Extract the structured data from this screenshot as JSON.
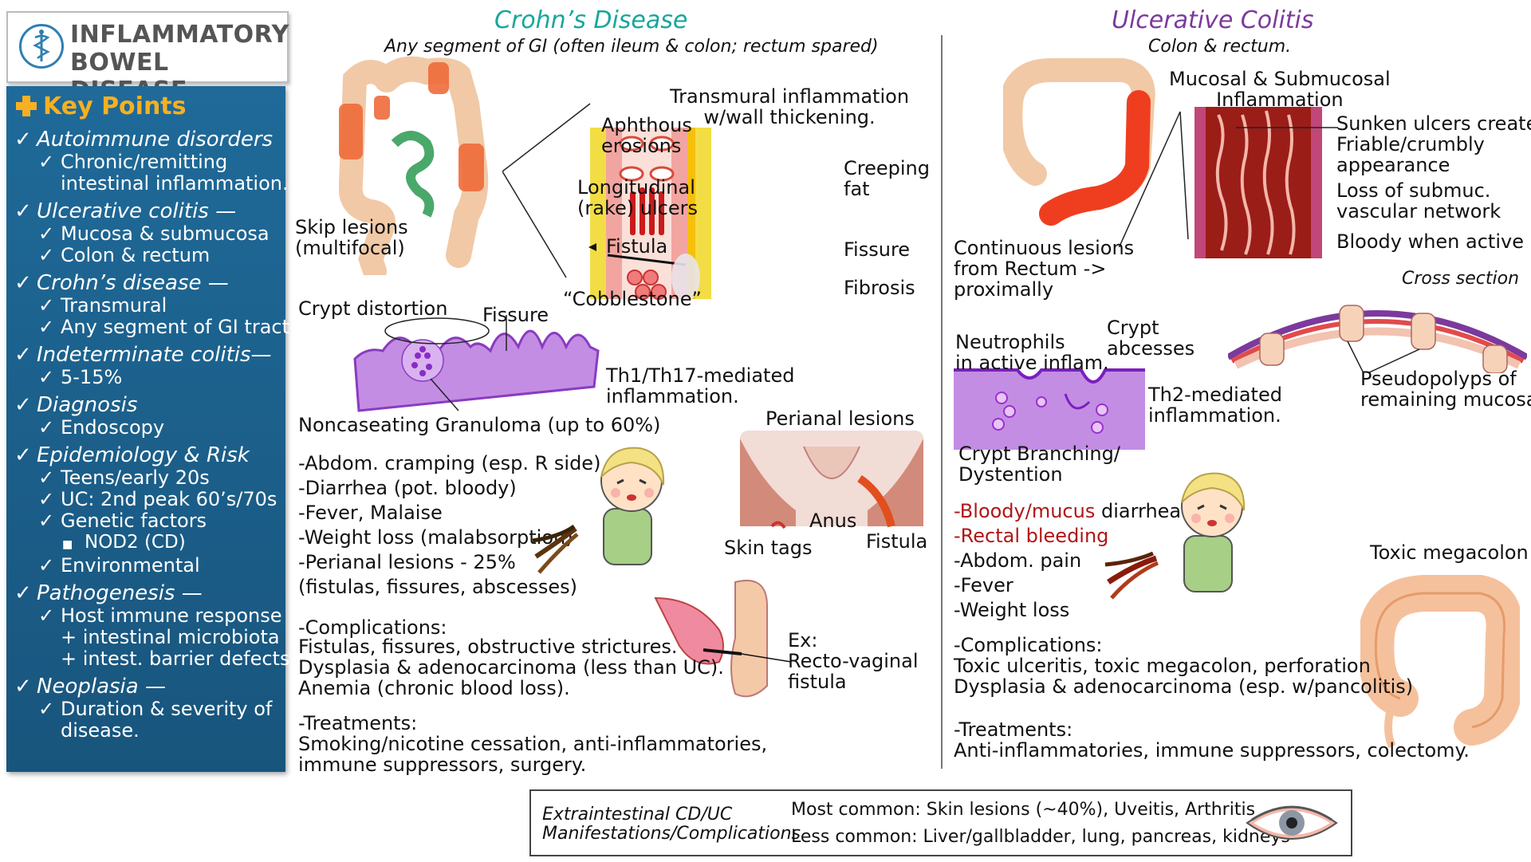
{
  "title": {
    "line1": "INFLAMMATORY",
    "line2": "BOWEL DISEASE"
  },
  "sidebar": {
    "heading": "Key Points",
    "check": "✓",
    "bullet": "■",
    "items": [
      {
        "title": "Autoimmune disorders",
        "subs": [
          "Chronic/remitting",
          "intestinal inflammation."
        ]
      },
      {
        "title": "Ulcerative colitis —",
        "subs": [
          "Mucosa & submucosa",
          "Colon & rectum"
        ]
      },
      {
        "title": "Crohn’s disease —",
        "subs": [
          "Transmural",
          "Any segment of GI tract"
        ]
      },
      {
        "title": "Indeterminate colitis—",
        "subs": [
          "5-15%"
        ]
      },
      {
        "title": "Diagnosis",
        "subs": [
          "Endoscopy"
        ]
      },
      {
        "title": "Epidemiology & Risk",
        "subs": [
          "Teens/early 20s",
          "UC: 2nd peak 60’s/70s",
          "Genetic factors"
        ],
        "subsub": "NOD2 (CD)",
        "subs2": [
          "Environmental"
        ]
      },
      {
        "title": "Pathogenesis —",
        "subs": [
          "Host immune response",
          "+ intestinal microbiota",
          "+ intest. barrier defects"
        ]
      },
      {
        "title": "Neoplasia —",
        "subs": [
          "Duration & severity of",
          "disease."
        ]
      }
    ]
  },
  "crohns": {
    "title": "Crohn’s Disease",
    "subtitle": "Any segment of GI (often ileum & colon; rectum spared)",
    "skip_lesions": [
      "Skip lesions",
      "(multifocal)"
    ],
    "transmural": [
      "Transmural inflammation",
      "w/wall thickening."
    ],
    "aphthous": [
      "Aphthous",
      "erosions"
    ],
    "longitudinal": [
      "Longitudinal",
      "(rake) ulcers"
    ],
    "fistula": "Fistula",
    "cobblestone": "“Cobblestone”",
    "creeping_fat": [
      "Creeping",
      "fat"
    ],
    "fissure": "Fissure",
    "fibrosis": "Fibrosis",
    "crypt_distortion": "Crypt distortion",
    "fissure2": "Fissure",
    "th1": [
      "Th1/Th17-mediated",
      "inflammation."
    ],
    "granuloma": "Noncaseating Granuloma (up to 60%)",
    "perianal_title": "Perianal lesions",
    "anus": "Anus",
    "skin_tags": "Skin tags",
    "perianal_fistula": "Fistula",
    "symptoms": [
      "-Abdom. cramping (esp. R side)",
      "-Diarrhea (pot. bloody)",
      "-Fever, Malaise",
      "-Weight loss (malabsorption)",
      "-Perianal lesions - 25%",
      "(fistulas, fissures, abscesses)"
    ],
    "complications_title": "-Complications:",
    "complications": [
      "Fistulas, fissures, obstructive strictures.",
      "Dysplasia & adenocarcinoma (less than UC).",
      "Anemia (chronic blood loss)."
    ],
    "rv_fistula": [
      "Ex:",
      "Recto-vaginal",
      "fistula"
    ],
    "treatments_title": "-Treatments:",
    "treatments": [
      "Smoking/nicotine cessation, anti-inflammatories,",
      "immune suppressors, surgery."
    ]
  },
  "uc": {
    "title": "Ulcerative Colitis",
    "subtitle": "Colon & rectum.",
    "mucosal": [
      "Mucosal & Submucosal",
      "Inflammation"
    ],
    "sunken": [
      "Sunken ulcers create",
      "Friable/crumbly",
      "appearance"
    ],
    "loss": [
      "Loss of submuc.",
      "vascular network"
    ],
    "bloody_active": "Bloody when active",
    "continuous": [
      "Continuous lesions",
      "from Rectum ->",
      "proximally"
    ],
    "cross_section": "Cross section",
    "pseudopolyps": [
      "Pseudopolyps of",
      "remaining mucosa"
    ],
    "neutrophils": [
      "Neutrophils",
      "in active inflam."
    ],
    "crypt_abscesses": [
      "Crypt",
      "abcesses"
    ],
    "th2": [
      "Th2-mediated",
      "inflammation."
    ],
    "crypt_branching": [
      "Crypt Branching/",
      "Dystention"
    ],
    "sym_bloody": "-Bloody/mucus",
    "sym_bloody_rest": " diarrhea",
    "sym_rectal": "-Rectal bleeding",
    "symptoms": [
      "-Abdom. pain",
      "-Fever",
      "-Weight loss"
    ],
    "toxic_megacolon": "Toxic megacolon",
    "complications_title": "-Complications:",
    "complications": [
      "Toxic ulceritis, toxic megacolon, perforation",
      "Dysplasia & adenocarcinoma (esp. w/pancolitis)"
    ],
    "treatments_title": "-Treatments:",
    "treatments": [
      "Anti-inflammatories, immune suppressors, colectomy."
    ]
  },
  "extraintestinal": {
    "label": [
      "Extraintestinal CD/UC",
      "Manifestations/Complications"
    ],
    "most_common": "Most common: Skin lesions (~40%), Uveitis, Arthritis",
    "less_common": "Less common: Liver/gallbladder, lung, pancreas, kidneys"
  },
  "colors": {
    "crohn_title": "#18a69d",
    "uc_title": "#7b3a9c",
    "sidebar_heading": "#f6b021",
    "sidebar_bg": "#1f6a99",
    "red_text": "#b01616"
  }
}
